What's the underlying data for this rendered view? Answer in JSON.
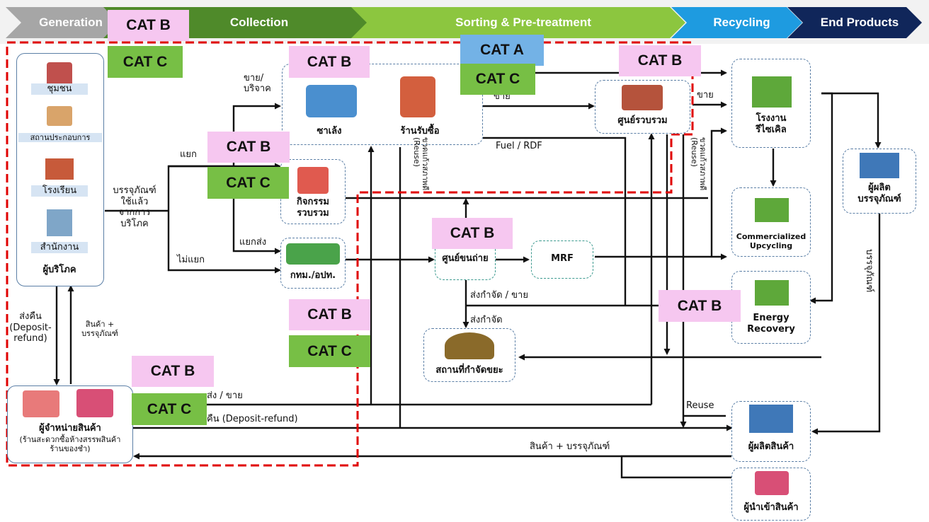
{
  "header": {
    "stages": [
      {
        "label": "Generation",
        "color": "#a6a6a6"
      },
      {
        "label": "Collection",
        "color": "#4f8a2a"
      },
      {
        "label": "Sorting & Pre-treatment",
        "color": "#8cc63f"
      },
      {
        "label": "Recycling",
        "color": "#1e9be0"
      },
      {
        "label": "End Products",
        "color": "#10265a"
      }
    ]
  },
  "sources": {
    "community": "ชุมชน",
    "business": "สถานประกอบการ",
    "school": "โรงเรียน",
    "office": "สำนักงาน",
    "consumer": "ผู้บริโภค"
  },
  "nodes": {
    "saleng": "ซาเล้ง",
    "junkshop": "ร้านรับซื้อ",
    "collection_activity": "กิจกรรม\nรวบรวม",
    "bma_truck": "กทม./อปท.",
    "transfer_station": "ศูนย์ขนถ่าย",
    "mrf": "MRF",
    "landfill": "สถานที่กำจัดขยะ",
    "collection_center": "ศูนย์รวบรวม",
    "recycling_plant": "โรงงาน\nรีไซเคิล",
    "upcycling": "Commercialized\nUpcycling",
    "energy_recovery": "Energy\nRecovery",
    "packaging_producer": "ผู้ผลิต\nบรรจุภัณฑ์",
    "product_producer": "ผู้ผลิตสินค้า",
    "importer": "ผู้นำเข้าสินค้า",
    "retailer": "ผู้จำหน่ายสินค้า",
    "retailer_sub": "(ร้านสะดวกซื้อห้างสรรพสินค้า\nร้านของชำ)"
  },
  "flow_labels": {
    "sell_donate": "ขาย/\nบริจาค",
    "sell_top": "ขาย",
    "sell_right": "ขาย",
    "separate": "แยก",
    "used_packaging": "บรรจุภัณฑ์\nใช้แล้ว\nจากการ\nบริโภค",
    "separate_send": "แยกส่ง",
    "not_separate": "ไม่แยก",
    "fuel_rdf": "Fuel / RDF",
    "send_dispose_sell": "ส่งกำจัด / ขาย",
    "send_dispose": "ส่งกำจัด",
    "return_deposit": "ส่งคืน\n(Deposit-\nrefund)",
    "goods_packaging_left": "สินค้า +\nบรรจุภัณฑ์",
    "send_sell": "ส่ง / ขาย",
    "return_deposit_refund": "คืน (Deposit-refund)",
    "reuse": "Reuse",
    "goods_packaging_bottom": "สินค้า + บรรจุภัณฑ์",
    "glass_bottle_reuse_1": "ขวดแก้วสภาพดี\n(Reuse)",
    "glass_bottle_reuse_2": "ขวดแก้วสภาพดี\n(Reuse)",
    "packaging_vertical": "บรรจุภัณฑ์"
  },
  "categories": [
    {
      "label": "CAT B",
      "type": "B"
    },
    {
      "label": "CAT C",
      "type": "C"
    },
    {
      "label": "CAT B",
      "type": "B"
    },
    {
      "label": "CAT A",
      "type": "A"
    },
    {
      "label": "CAT C",
      "type": "C"
    },
    {
      "label": "CAT B",
      "type": "B"
    },
    {
      "label": "CAT B",
      "type": "B"
    },
    {
      "label": "CAT C",
      "type": "C"
    },
    {
      "label": "CAT B",
      "type": "B"
    },
    {
      "label": "CAT B",
      "type": "B"
    },
    {
      "label": "CAT B",
      "type": "B"
    },
    {
      "label": "CAT C",
      "type": "C"
    },
    {
      "label": "CAT B",
      "type": "B"
    },
    {
      "label": "CAT C",
      "type": "C"
    }
  ],
  "colors": {
    "cat_b": "#f6c7f0",
    "cat_c": "#77bf45",
    "cat_a": "#73b2e6",
    "boundary": "#e00000"
  }
}
